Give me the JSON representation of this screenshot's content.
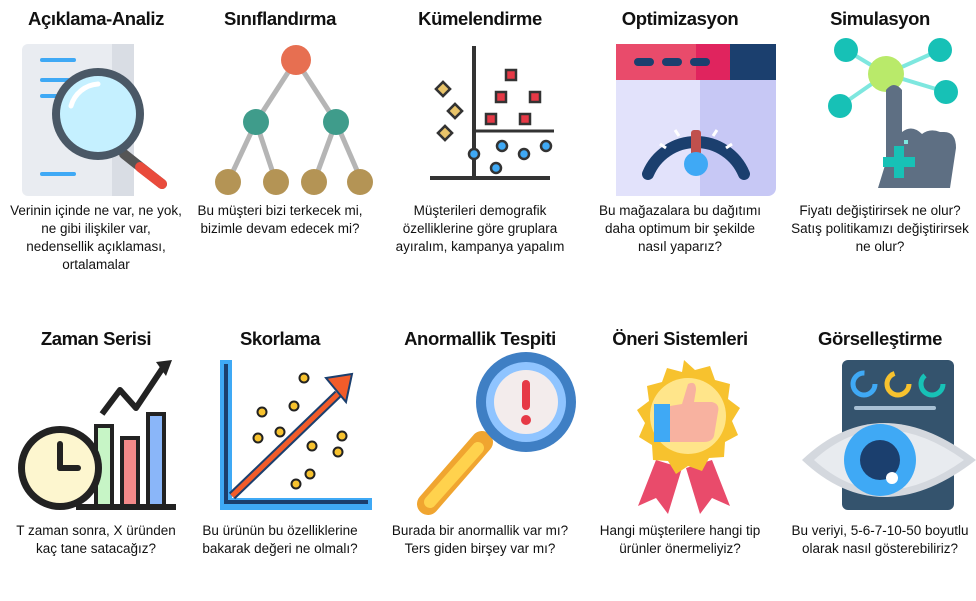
{
  "cards": [
    {
      "title": "Açıklama-Analiz",
      "icon": "magnifier-document-icon",
      "desc": "Verinin içinde ne var, ne yok, ne gibi ilişkiler var, nedensellik açıklaması, ortalamalar"
    },
    {
      "title": "Sınıflandırma",
      "icon": "tree-diagram-icon",
      "desc": "Bu müşteri bizi terkecek mi, bizimle devam edecek mi?"
    },
    {
      "title": "Kümelendirme",
      "icon": "cluster-scatter-icon",
      "desc": "Müşterileri demografik özelliklerine göre gruplara ayıralım, kampanya yapalım"
    },
    {
      "title": "Optimizasyon",
      "icon": "speedometer-window-icon",
      "desc": "Bu mağazalara bu dağıtımı daha optimum bir şekilde nasıl yaparız?"
    },
    {
      "title": "Simulasyon",
      "icon": "touch-network-icon",
      "desc": "Fiyatı değiştirirsek ne olur? Satış politikamızı değiştirirsek ne olur?"
    },
    {
      "title": "Zaman Serisi",
      "icon": "clock-bar-chart-icon",
      "desc": "T zaman sonra, X üründen kaç tane satacağız?"
    },
    {
      "title": "Skorlama",
      "icon": "scatter-trend-arrow-icon",
      "desc": "Bu ürünün bu özelliklerine bakarak değeri ne olmalı?"
    },
    {
      "title": "Anormallik Tespiti",
      "icon": "magnifier-exclamation-icon",
      "desc": "Burada bir anormallik var mı? Ters giden birşey var mı?"
    },
    {
      "title": "Öneri Sistemleri",
      "icon": "thumbs-up-badge-icon",
      "desc": "Hangi müşterilere hangi tip ürünler önermeliyiz?"
    },
    {
      "title": "Görselleştirme",
      "icon": "eye-dashboard-icon",
      "desc": "Bu veriyi, 5-6-7-10-50 boyutlu olarak nasıl gösterebiliriz?"
    }
  ]
}
